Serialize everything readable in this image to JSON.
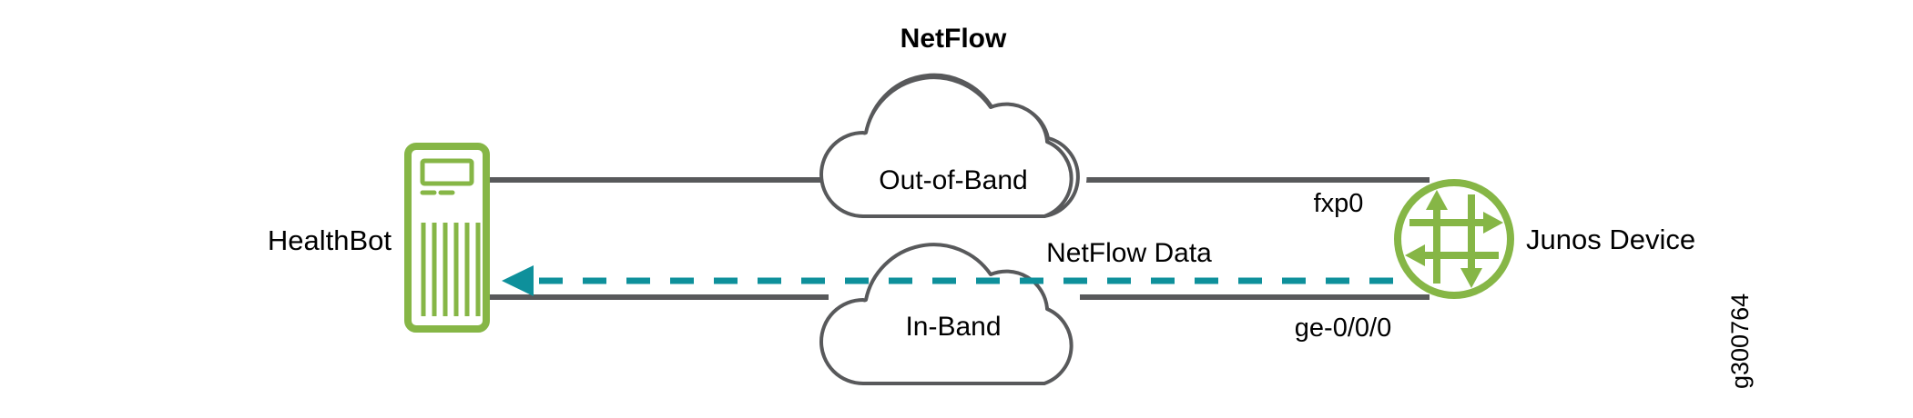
{
  "diagram": {
    "title": "NetFlow",
    "watermark": "g300764",
    "colors": {
      "green": "#86b646",
      "teal": "#0e909b",
      "line_gray": "#58595b",
      "cloud_stroke": "#58595b",
      "text": "#000000",
      "background": "#ffffff"
    },
    "nodes": [
      {
        "id": "healthbot",
        "label": "HealthBot",
        "icon": "server-icon"
      },
      {
        "id": "junos-device",
        "label": "Junos Device",
        "icon": "router-icon"
      }
    ],
    "clouds": [
      {
        "id": "out-of-band",
        "label": "Out-of-Band"
      },
      {
        "id": "in-band",
        "label": "In-Band"
      }
    ],
    "interfaces": [
      {
        "id": "fxp0",
        "label": "fxp0"
      },
      {
        "id": "ge-0-0-0",
        "label": "ge-0/0/0"
      }
    ],
    "flows": [
      {
        "id": "netflow-data",
        "label": "NetFlow Data",
        "style": "dashed",
        "color": "#0e909b",
        "direction": "right-to-left"
      }
    ]
  }
}
